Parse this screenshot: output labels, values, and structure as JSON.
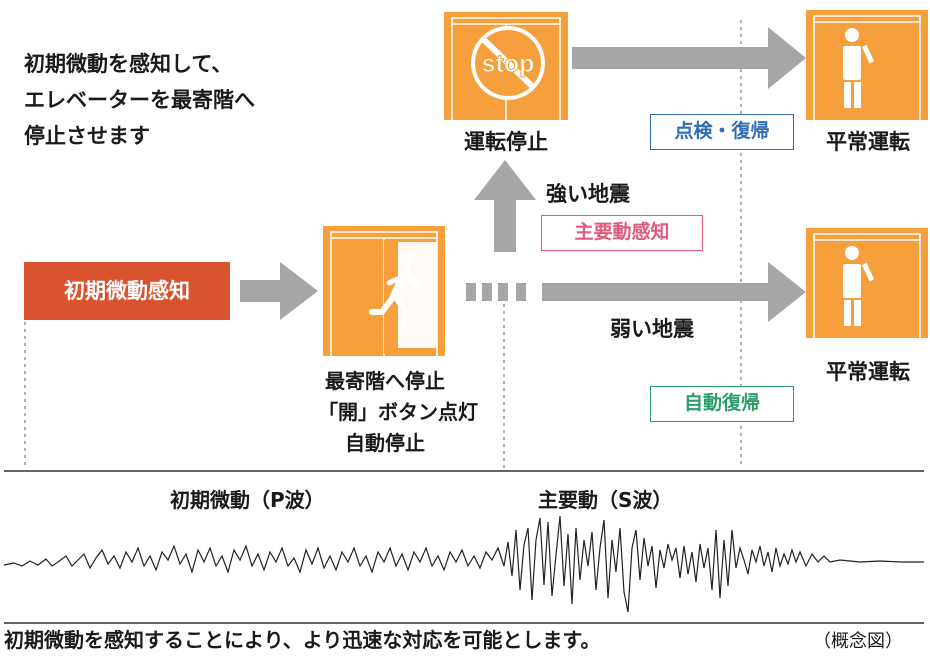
{
  "intro": {
    "lines": [
      "初期微動を感知して、",
      "エレベーターを最寄階へ",
      "停止させます"
    ]
  },
  "start_box": {
    "label": "初期微動感知"
  },
  "elevators": {
    "evacuate_label": [
      "最寄階へ停止",
      "「開」ボタン点灯",
      "自動停止"
    ],
    "stopped_label": "運転停止",
    "stop_sign_text": "stop",
    "normal_label_top": "平常運転",
    "normal_label_bottom": "平常運転"
  },
  "branches": {
    "strong_quake": "強い地震",
    "main_motion_detect": "主要動感知",
    "weak_quake": "弱い地震",
    "inspection_return": "点検・復帰",
    "auto_return": "自動復帰"
  },
  "waves": {
    "p_wave_label": "初期微動（P波）",
    "s_wave_label": "主要動（S波）"
  },
  "footer": {
    "caption": "初期微動を感知することにより、より迅速な対応を可能とします。",
    "note": "（概念図）"
  },
  "colors": {
    "orange": "#f5a03c",
    "red": "#d9532f",
    "arrow_gray": "#a6a6a6",
    "blue": "#2f6db5",
    "pink": "#e05a7a",
    "green": "#2a9d6a"
  },
  "icons": [
    "running-person-icon",
    "stop-sign-icon",
    "standing-person-icon"
  ]
}
